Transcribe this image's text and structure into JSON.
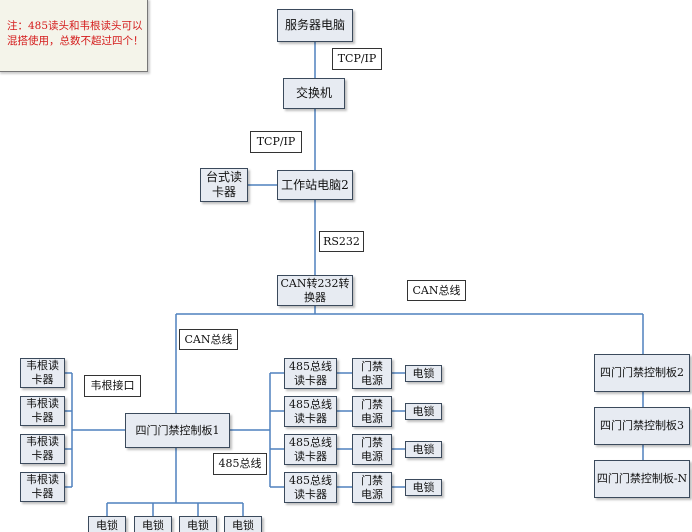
{
  "note": {
    "line1": "注：485读头和韦根读头可以",
    "line2": "混搭使用，总数不超过四个！"
  },
  "nodes": {
    "server": "服务器电脑",
    "switch": "交换机",
    "workstation": "工作站电脑2",
    "desktop_reader_1": "台式读",
    "desktop_reader_2": "卡器",
    "converter_1": "CAN转232转",
    "converter_2": "换器",
    "board1": "四门门禁控制板1",
    "board2": "四门门禁控制板2",
    "board3": "四门门禁控制板3",
    "boardN": "四门门禁控制板-N",
    "wiegand_reader_1": "韦根读",
    "wiegand_reader_2": "卡器",
    "rs485_reader_1": "485总线",
    "rs485_reader_2": "读卡器",
    "door_power_1": "门禁",
    "door_power_2": "电源",
    "lock": "电锁"
  },
  "labels": {
    "tcpip_1": "TCP/IP",
    "tcpip_2": "TCP/IP",
    "rs232": "RS232",
    "can_bus_1": "CAN总线",
    "can_bus_2": "CAN总线",
    "wiegand_port": "韦根接口",
    "rs485_bus": "485总线"
  },
  "colors": {
    "wire": "#4f81bd",
    "box_fill": "#e7ebf2",
    "box_border": "#3b4a5c",
    "note_text": "#d41a1a"
  }
}
